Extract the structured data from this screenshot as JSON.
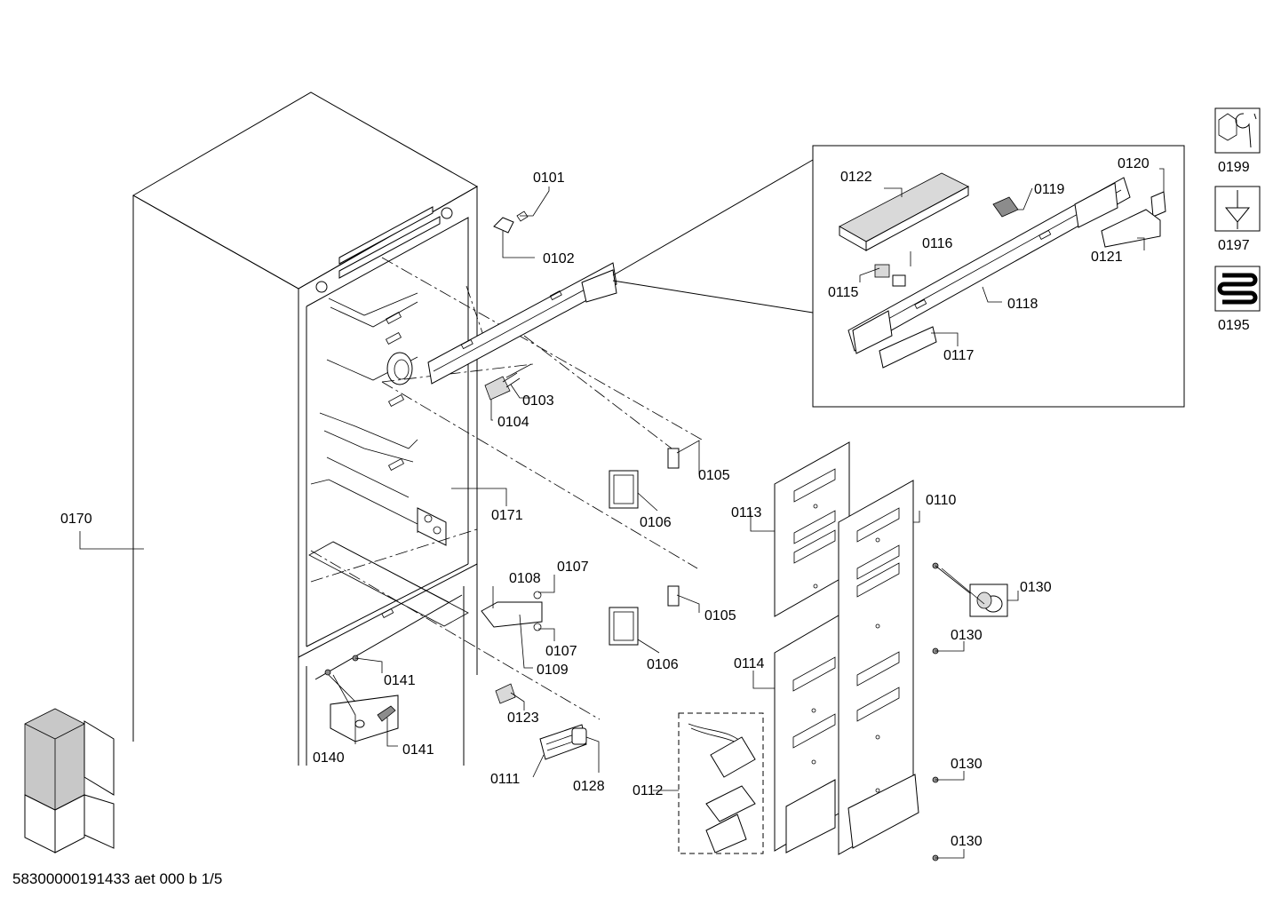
{
  "labels": {
    "p0101": "0101",
    "p0102": "0102",
    "p0103": "0103",
    "p0104": "0104",
    "p0105a": "0105",
    "p0105b": "0105",
    "p0106a": "0106",
    "p0106b": "0106",
    "p0107a": "0107",
    "p0107b": "0107",
    "p0108": "0108",
    "p0109": "0109",
    "p0110": "0110",
    "p0111": "0111",
    "p0112": "0112",
    "p0113": "0113",
    "p0114": "0114",
    "p0115": "0115",
    "p0116": "0116",
    "p0117": "0117",
    "p0118": "0118",
    "p0119": "0119",
    "p0120": "0120",
    "p0121": "0121",
    "p0122": "0122",
    "p0123": "0123",
    "p0128": "0128",
    "p0130a": "0130",
    "p0130b": "0130",
    "p0130c": "0130",
    "p0130d": "0130",
    "p0140": "0140",
    "p0141a": "0141",
    "p0141b": "0141",
    "p0170": "0170",
    "p0171": "0171",
    "p0195": "0195",
    "p0197": "0197",
    "p0199": "0199"
  },
  "legend_icons": [
    {
      "id": "0199",
      "icon": "wrench-nut-icon"
    },
    {
      "id": "0197",
      "icon": "screwdriver-icon"
    },
    {
      "id": "0195",
      "icon": "heating-coil-icon"
    }
  ],
  "footer": "58300000191433 aet 000 b 1/5"
}
